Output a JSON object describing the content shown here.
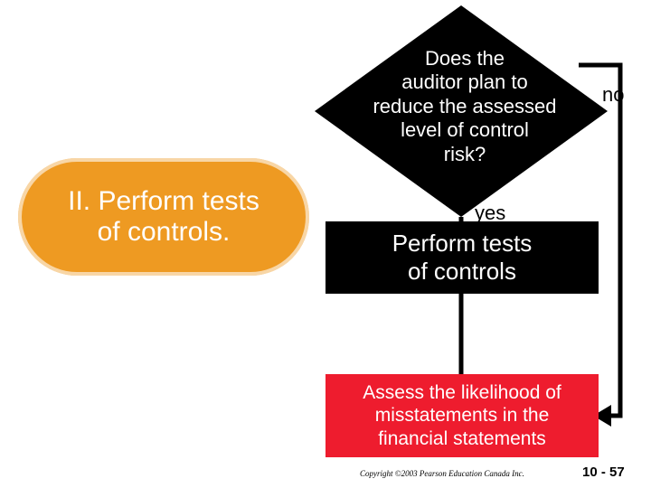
{
  "pill": {
    "text": "II. Perform tests\nof controls."
  },
  "decision": {
    "question": "Does the\nauditor plan to\nreduce the assessed\nlevel of control\nrisk?"
  },
  "branch_no": "no",
  "branch_yes": "yes",
  "process": {
    "text": "Perform tests\nof controls"
  },
  "assess": {
    "text": "Assess the likelihood of\nmisstatements in the\nfinancial statements"
  },
  "footer": {
    "copyright": "Copyright ©2003 Pearson Education Canada Inc.",
    "page": "10 - 57"
  },
  "colors": {
    "pill": "#EE9A22",
    "diamond": "#000000",
    "process": "#000000",
    "assess": "#EE1C2E"
  }
}
